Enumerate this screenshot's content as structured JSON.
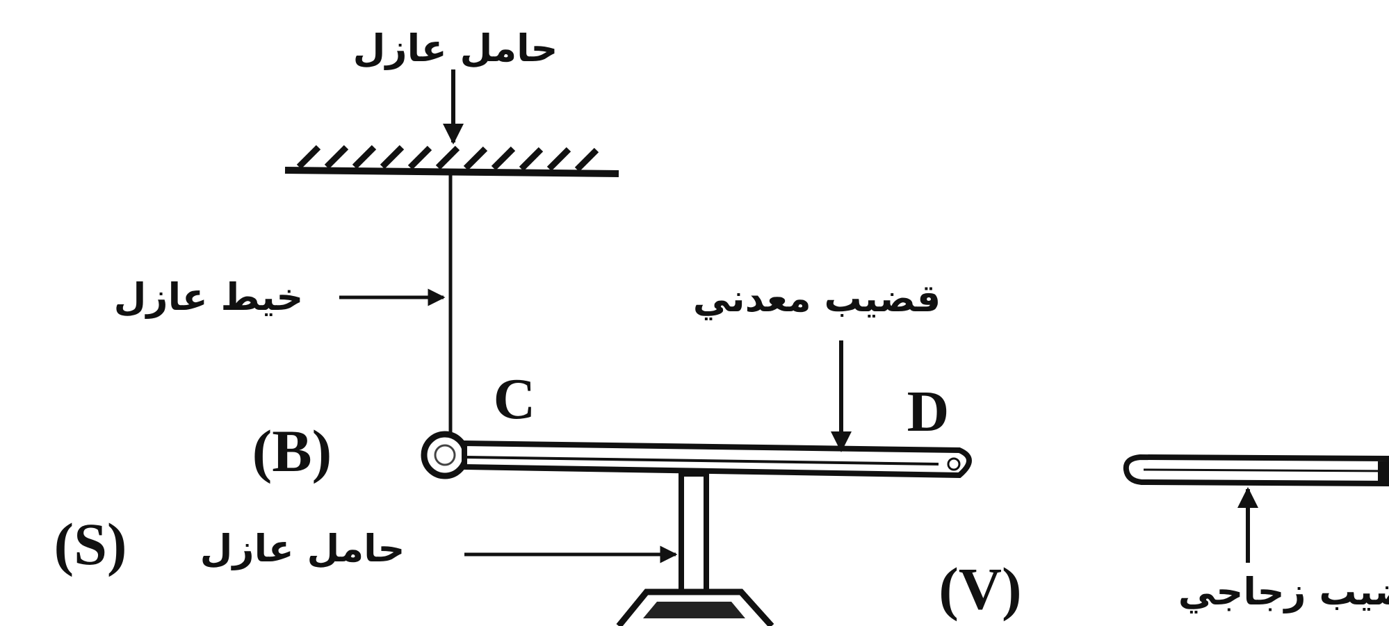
{
  "labels": {
    "insulating_support_top": "حامل عازل",
    "insulating_thread": "خيط عازل",
    "bent_rod": "قضيب معدني",
    "insulating_support_bottom": "حامل عازل",
    "glass_rod": "قضيب زجاجي"
  },
  "letters": {
    "c": "C",
    "d": "D",
    "b": "(B)",
    "s": "(S)",
    "v": "(V)"
  }
}
